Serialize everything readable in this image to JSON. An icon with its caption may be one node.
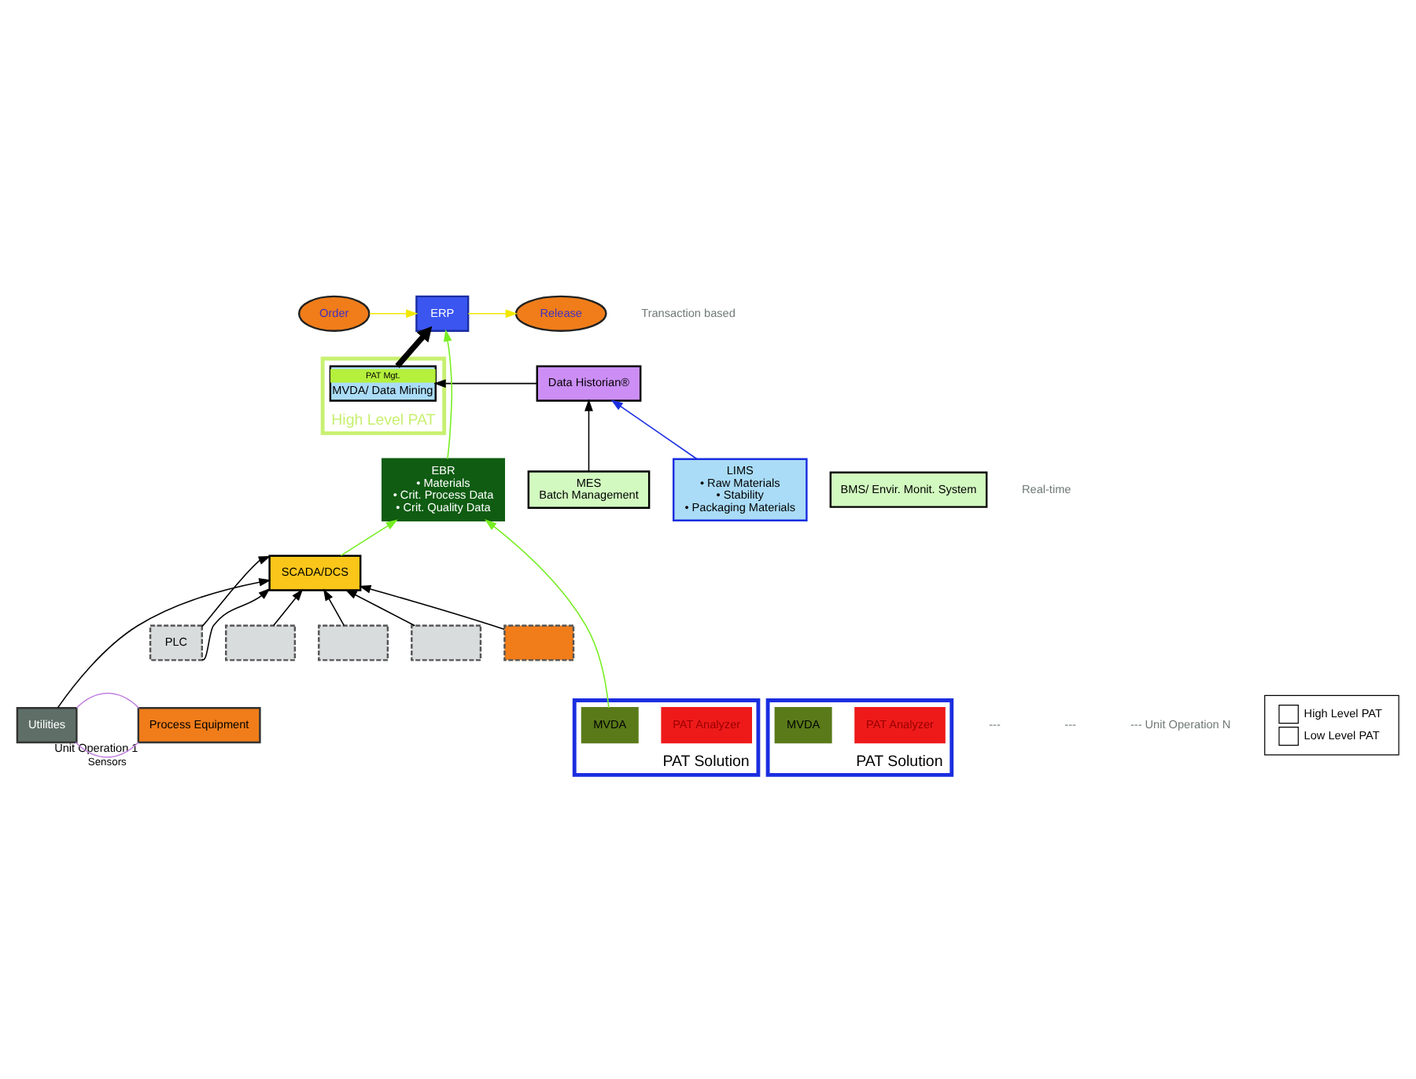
{
  "diagram": {
    "nodes": [
      {
        "text": [
          "ERP"
        ]
      },
      {
        "text": [
          "Order"
        ]
      },
      {
        "text": [
          "Release"
        ]
      },
      {
        "text": [
          "High Level PAT"
        ]
      },
      {
        "text": [
          "PAT Mgt.",
          "MVDA/ Data Mining"
        ],
        "in": 3
      },
      {
        "text": [
          "Data Historian®"
        ]
      },
      {
        "text": [
          "MES",
          "Batch Management"
        ]
      },
      {
        "text": [
          "BMS/ Envir. Monit. System"
        ]
      },
      {
        "text": [
          "EBR",
          "• Materials",
          "• Crit. Process Data",
          "• Crit. Quality Data"
        ]
      },
      {
        "text": [
          "SCADA/DCS"
        ]
      },
      {
        "text": [
          "Utilities"
        ]
      },
      {
        "text": [
          "PAT Solution"
        ]
      },
      {
        "text": [
          "PAT Analyzer"
        ],
        "in": 11
      },
      {
        "text": [
          "MVDA"
        ],
        "in": 11
      },
      {
        "text": [
          "PLC"
        ]
      },
      {
        "text": [
          "Process Equipment"
        ],
        "beside": [
          "Unit Operation 1"
        ]
      },
      {
        "text": [
          "PAT Solution"
        ]
      },
      {
        "text": [
          "PAT Analyzer"
        ],
        "in": 16
      },
      {
        "text": [
          "MVDA"
        ],
        "in": 16
      },
      {
        "text": [],
        "shape": "box"
      },
      {
        "text": [],
        "shape": "box"
      },
      {
        "text": [],
        "shape": "box"
      },
      {
        "text": [],
        "shape": "box"
      },
      {
        "text": [
          "LIMS",
          "• Raw Materials",
          "• Stability",
          "• Packaging Materials"
        ]
      }
    ],
    "edges": [
      {
        "from": 1,
        "to": 0,
        "arrow": "to",
        "color": "#f0e800"
      },
      {
        "from": 0,
        "to": 2,
        "arrow": "to",
        "color": "#f0e800"
      },
      {
        "from": 4,
        "to": 0,
        "arrow": "to",
        "style": "thick"
      },
      {
        "from": 5,
        "to": 4,
        "arrow": "to"
      },
      {
        "from": 6,
        "to": 5,
        "arrow": "to"
      },
      {
        "from": 23,
        "to": 5,
        "arrow": "to",
        "color": "#1a2ee0"
      },
      {
        "from": 8,
        "to": 0,
        "arrow": "to",
        "color": "#77ee22"
      },
      {
        "from": 9,
        "to": 8,
        "arrow": "to",
        "color": "#77ee22"
      },
      {
        "from": 18,
        "to": 8,
        "arrow": "to",
        "color": "#77ee22"
      },
      {
        "from": 10,
        "to": 9,
        "arrow": "to"
      },
      {
        "from": 14,
        "to": 9,
        "arrow": "to"
      },
      {
        "from": 14,
        "to": 9,
        "arrow": "to"
      },
      {
        "from": 19,
        "to": 9,
        "arrow": "to"
      },
      {
        "from": 20,
        "to": 9,
        "arrow": "to"
      },
      {
        "from": 21,
        "to": 9,
        "arrow": "to"
      },
      {
        "from": 22,
        "to": 9,
        "arrow": "to"
      },
      {
        "from": 10,
        "to": 15,
        "arrow": "none",
        "label": "Sensors",
        "color": "#c080e0"
      },
      {
        "from": 10,
        "to": 15,
        "arrow": "none",
        "color": "#c080e0"
      }
    ],
    "labels": [
      "Transaction based",
      "Real-time",
      "---",
      "---",
      "--- Unit Operation N"
    ],
    "legend": [
      {
        "text": "High Level PAT"
      },
      {
        "text": "Low Level PAT"
      }
    ]
  }
}
